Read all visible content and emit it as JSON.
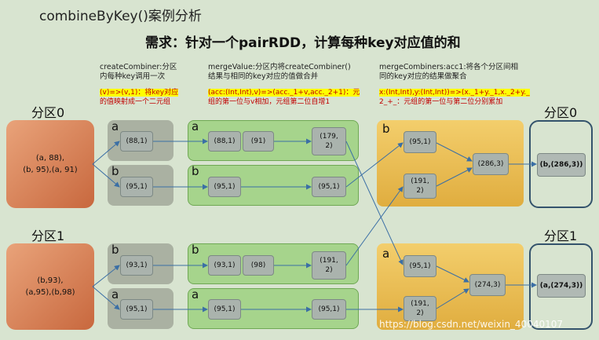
{
  "title": "combineByKey()案例分析",
  "requirement": "需求：针对一个pairRDD，计算每种key对应值的和",
  "create_combiner": {
    "desc_line1": "createCombiner:分区",
    "desc_line2": "内每种key调用一次",
    "hl_line1": "(v)=>(v,1)：将key对应",
    "hl_line2": "的值映射成一个二元组"
  },
  "merge_value": {
    "desc_line1": "mergeValue:分区内将createCombiner()",
    "desc_line2": "结果与相同的key对应的值做合并",
    "hl_line1": "(acc:(Int,Int),v)=>(acc._1+v,acc._2+1)：元",
    "hl_line2": "组的第一位与v相加，元组第二位自增1"
  },
  "merge_combiners": {
    "desc_line1": "mergeCombiners:acc1:将各个分区间相",
    "desc_line2": "同的key对应的结果做聚合",
    "hl_line1": "x:(Int,Int),y:(Int,Int))=>(x._1+y._1,x._2+y._",
    "hl_line2": "2_+_：元组的第一位与第二位分别累加"
  },
  "partitions": {
    "p0_label": "分区0",
    "p1_label": "分区1",
    "p0_out_label": "分区0",
    "p1_out_label": "分区1",
    "p0_data": "(a, 88),\n(b, 95),(a, 91)",
    "p1_data": "(b,93),\n(a,95),(b,98)"
  },
  "stage1": {
    "g1_key": "a",
    "g1_cell": "(88,1)",
    "g2_key": "b",
    "g2_cell": "(95,1)",
    "g3_key": "b",
    "g3_cell": "(93,1)",
    "g4_key": "a",
    "g4_cell": "(95,1)"
  },
  "stage2": {
    "g1_key": "a",
    "g1_c1": "(88,1)",
    "g1_c2": "(91)",
    "g1_c3": "(179,\n2)",
    "g2_key": "b",
    "g2_c1": "(95,1)",
    "g2_c3": "(95,1)",
    "g3_key": "b",
    "g3_c1": "(93,1)",
    "g3_c2": "(98)",
    "g3_c3": "(191,\n2)",
    "g4_key": "a",
    "g4_c1": "(95,1)",
    "g4_c3": "(95,1)"
  },
  "stage3": {
    "top_key": "b",
    "top_c1": "(95,1)",
    "top_c2": "(191,\n2)",
    "top_sum": "(286,3)",
    "bot_key": "a",
    "bot_c1": "(95,1)",
    "bot_c2": "(191,\n2)",
    "bot_sum": "(274,3)"
  },
  "outputs": {
    "top": "(b,(286,3))",
    "bottom": "(a,(274,3))"
  },
  "watermark": "https://blog.csdn.net/weixin_40040107",
  "colors": {
    "background": "#d8e4d0",
    "source_partition": "#d9875b",
    "stage_grey": "#aab1a2",
    "stage_green": "#a6d48c",
    "stage_gold": "#eec159",
    "arrow": "#3b6fa5",
    "highlight": "#ffff00",
    "highlight_text": "#c00000"
  }
}
